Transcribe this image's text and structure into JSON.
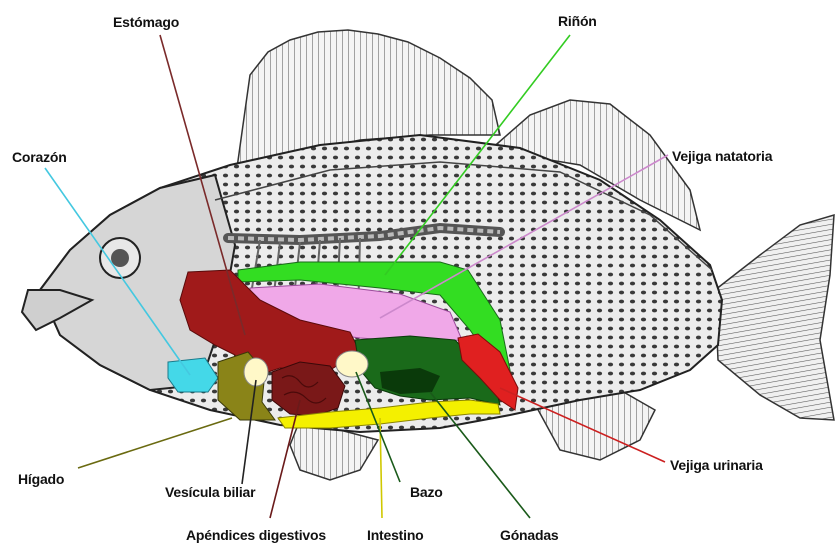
{
  "diagram": {
    "labels": {
      "estomago": "Estómago",
      "rinon": "Riñón",
      "corazon": "Corazón",
      "vejiga_natatoria": "Vejiga natatoria",
      "higado": "Hígado",
      "vesicula_biliar": "Vesícula biliar",
      "bazo": "Bazo",
      "vejiga_urinaria": "Vejiga urinaria",
      "apendices_digestivos": "Apéndices digestivos",
      "intestino": "Intestino",
      "gonadas": "Gónadas"
    },
    "colors": {
      "stomach": "#a01a1a",
      "kidney": "#33dd22",
      "swim_bladder": "#f0a8e8",
      "heart": "#44d8e8",
      "liver": "#8a8418",
      "gall_bladder": "#fff8c8",
      "gonads": "#1a6a1a",
      "spleen": "#0a3a0a",
      "intestine": "#f4f000",
      "urinary_bladder": "#e02020",
      "pyloric_caeca": "#7a1818"
    }
  }
}
